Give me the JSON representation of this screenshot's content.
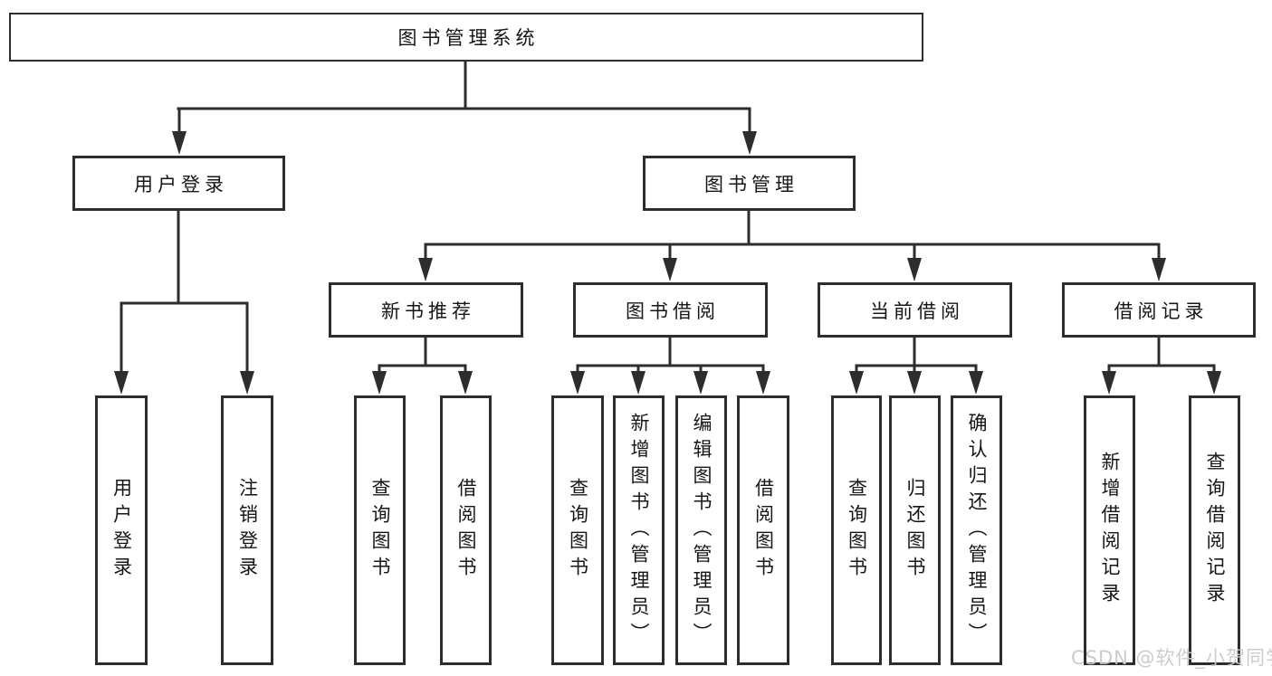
{
  "diagram": {
    "title": "图书管理系统",
    "root": {
      "label": "图书管理系统"
    },
    "level2": [
      {
        "label": "用户登录"
      },
      {
        "label": "图书管理"
      }
    ],
    "level3": [
      {
        "label": "新书推荐"
      },
      {
        "label": "图书借阅"
      },
      {
        "label": "当前借阅"
      },
      {
        "label": "借阅记录"
      }
    ],
    "leaves": [
      {
        "label": "用户登录",
        "parent": "用户登录"
      },
      {
        "label": "注销登录",
        "parent": "用户登录"
      },
      {
        "label": "查询图书",
        "parent": "新书推荐"
      },
      {
        "label": "借阅图书",
        "parent": "新书推荐"
      },
      {
        "label": "查询图书",
        "parent": "图书借阅"
      },
      {
        "label": "新增图书（管理员）",
        "parent": "图书借阅"
      },
      {
        "label": "编辑图书（管理员）",
        "parent": "图书借阅"
      },
      {
        "label": "借阅图书",
        "parent": "图书借阅"
      },
      {
        "label": "查询图书",
        "parent": "当前借阅"
      },
      {
        "label": "归还图书",
        "parent": "当前借阅"
      },
      {
        "label": "确认归还（管理员）",
        "parent": "当前借阅"
      },
      {
        "label": "新增借阅记录",
        "parent": "借阅记录"
      },
      {
        "label": "查询借阅记录",
        "parent": "借阅记录"
      }
    ],
    "colors": {
      "line": "#2d2d2d",
      "text": "#161616",
      "background": "#ffffff",
      "watermark": "#c9c9c9"
    }
  },
  "watermark": {
    "text": "CSDN @软件_小贺同学"
  }
}
